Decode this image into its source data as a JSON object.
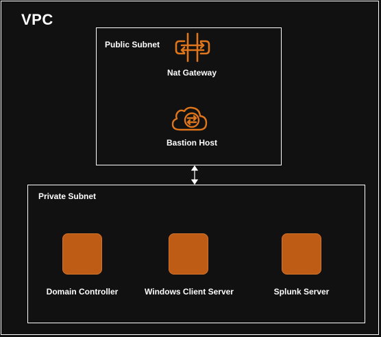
{
  "vpc": {
    "title": "VPC"
  },
  "public_subnet": {
    "label": "Public Subnet",
    "nodes": [
      {
        "label": "Nat Gateway",
        "icon": "nat-gateway-icon"
      },
      {
        "label": "Bastion Host",
        "icon": "bastion-host-icon"
      }
    ]
  },
  "private_subnet": {
    "label": "Private Subnet",
    "nodes": [
      {
        "label": "Domain Controller",
        "icon": "server-icon"
      },
      {
        "label": "Windows Client Server",
        "icon": "server-icon"
      },
      {
        "label": "Splunk Server",
        "icon": "server-icon"
      }
    ]
  },
  "colors": {
    "background": "#111111",
    "border": "#ffffff",
    "accent": "#e0761c",
    "server_fill": "#be5b14"
  }
}
